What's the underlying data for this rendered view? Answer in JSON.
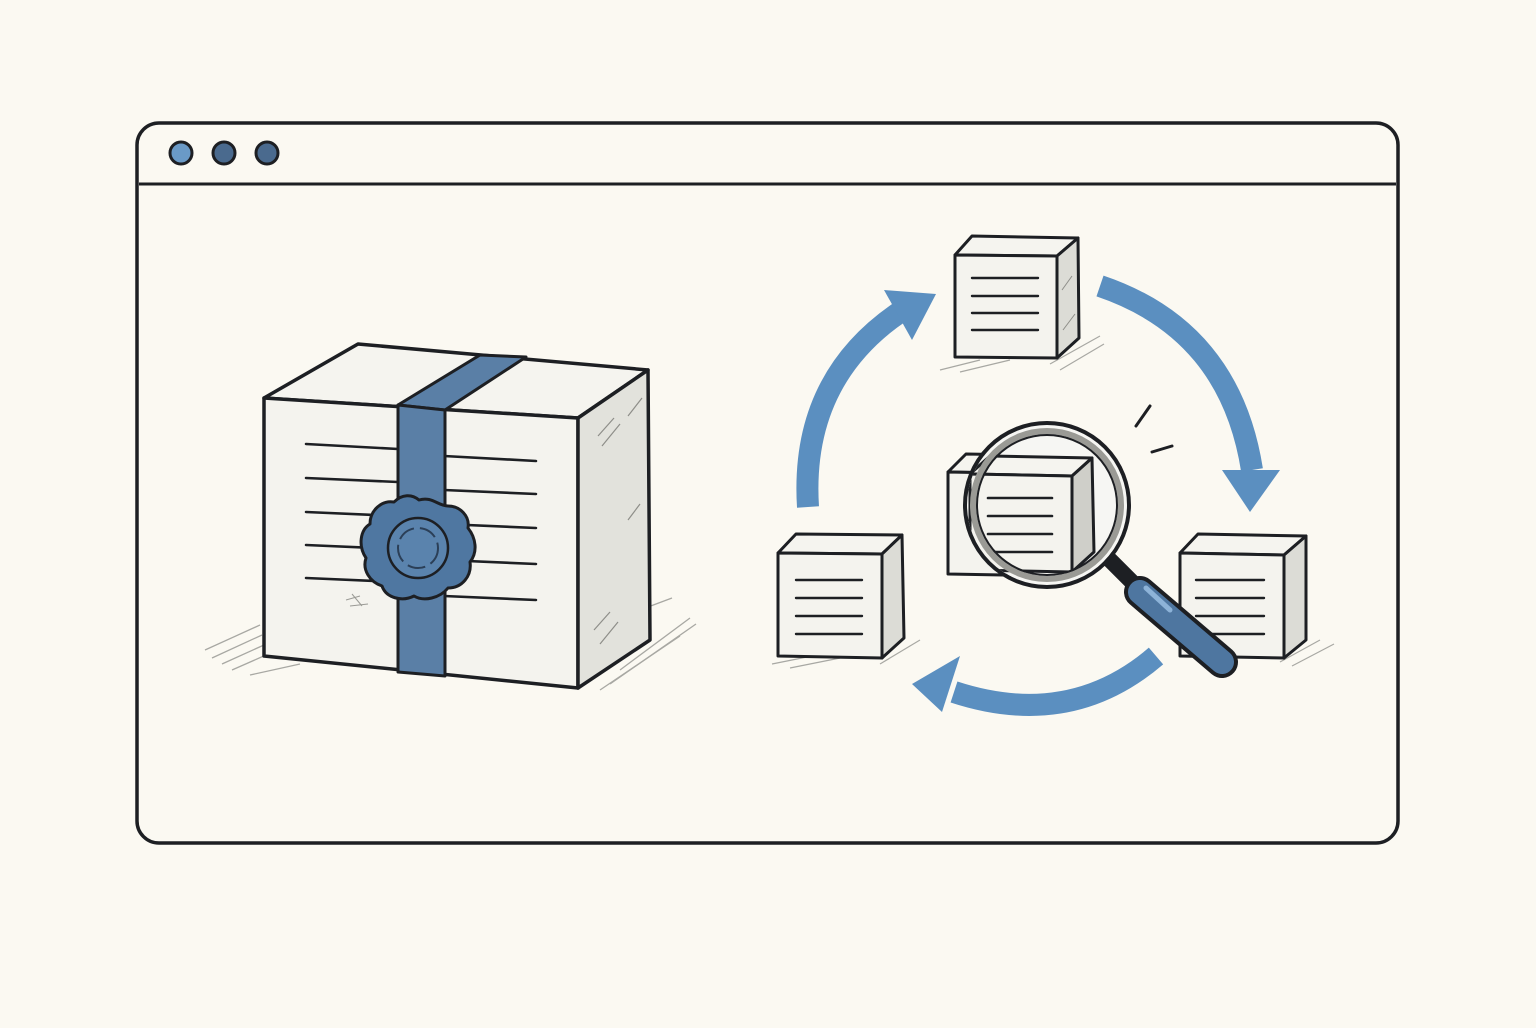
{
  "colors": {
    "background": "#fbf9f2",
    "window_fill": "#fbf9f2",
    "ink": "#1d1f23",
    "accent_blue": "#5b8fc0",
    "seal_blue": "#5a7fa6",
    "seal_dark": "#3f6289",
    "box_face": "#f4f3ee",
    "box_side": "#dcdcd6",
    "shadow": "#b5b5b0"
  },
  "window": {
    "dots": [
      {
        "name": "window-dot-1",
        "color": "#6a9ac7"
      },
      {
        "name": "window-dot-2",
        "color": "#4a6a8e"
      },
      {
        "name": "window-dot-3",
        "color": "#4a6a8e"
      }
    ]
  },
  "illustration": {
    "left": "sealed-box-with-wax-seal",
    "right": "cycle-of-boxes-with-magnifying-glass"
  }
}
